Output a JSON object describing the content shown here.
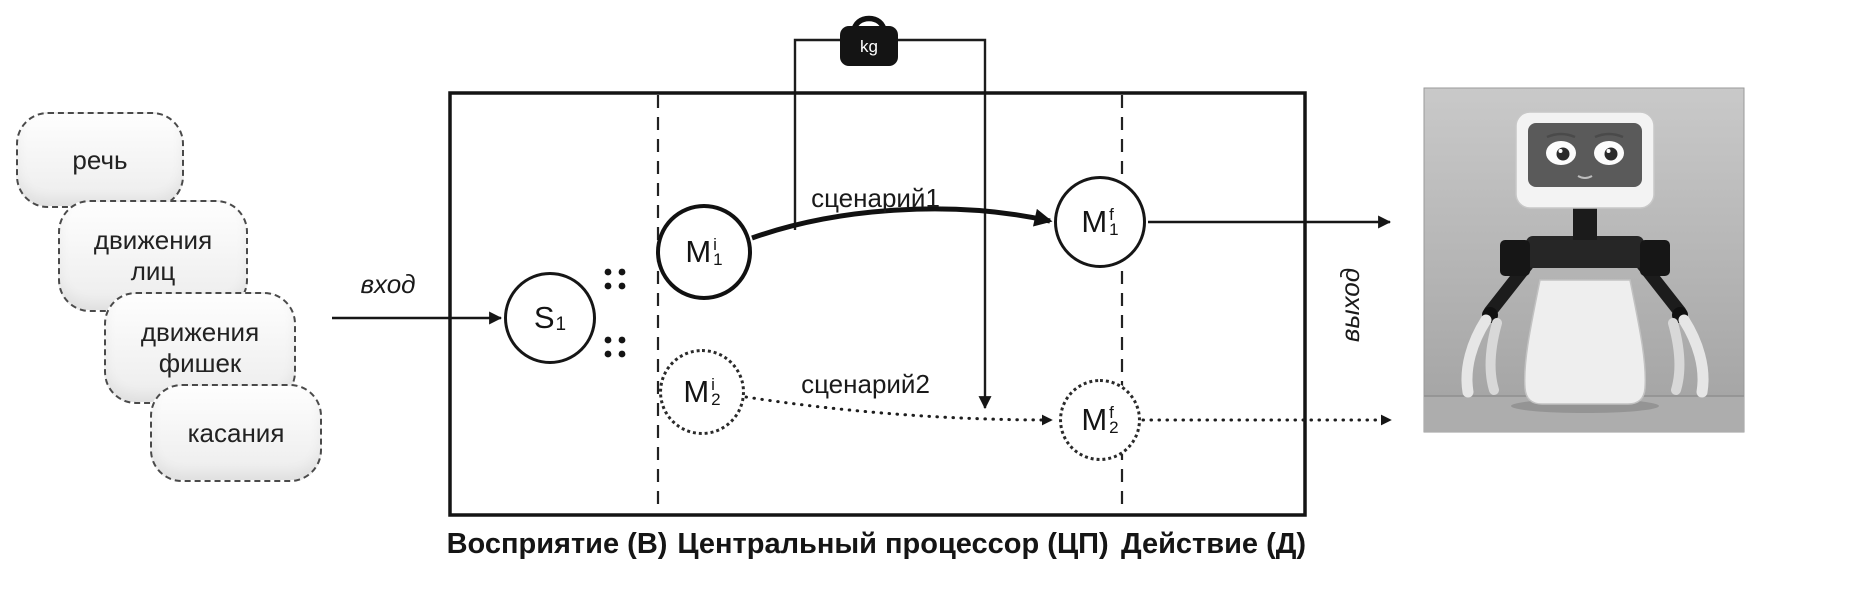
{
  "input_stack": {
    "items": [
      {
        "label": "речь"
      },
      {
        "label": "движения лиц"
      },
      {
        "label": "движения фишек"
      },
      {
        "label": "касания"
      }
    ]
  },
  "flow": {
    "input_label": "вход",
    "output_label": "выход",
    "scenario1_label": "сценарий1",
    "scenario2_label": "сценарий2",
    "weight_label": "kg"
  },
  "pipeline": {
    "sections": [
      {
        "label": "Восприятие (В)"
      },
      {
        "label": "Центральный процессор (ЦП)"
      },
      {
        "label": "Действие (Д)"
      }
    ],
    "nodes": {
      "s1": {
        "base": "S",
        "sub": "1"
      },
      "m1i": {
        "base": "M",
        "sub": "1",
        "sup": "i"
      },
      "m2i": {
        "base": "M",
        "sub": "2",
        "sup": "i"
      },
      "m1f": {
        "base": "M",
        "sub": "1",
        "sup": "f"
      },
      "m2f": {
        "base": "M",
        "sub": "2",
        "sup": "f"
      }
    }
  },
  "colors": {
    "line": "#161616",
    "photo_background": "#b6b6b6"
  }
}
